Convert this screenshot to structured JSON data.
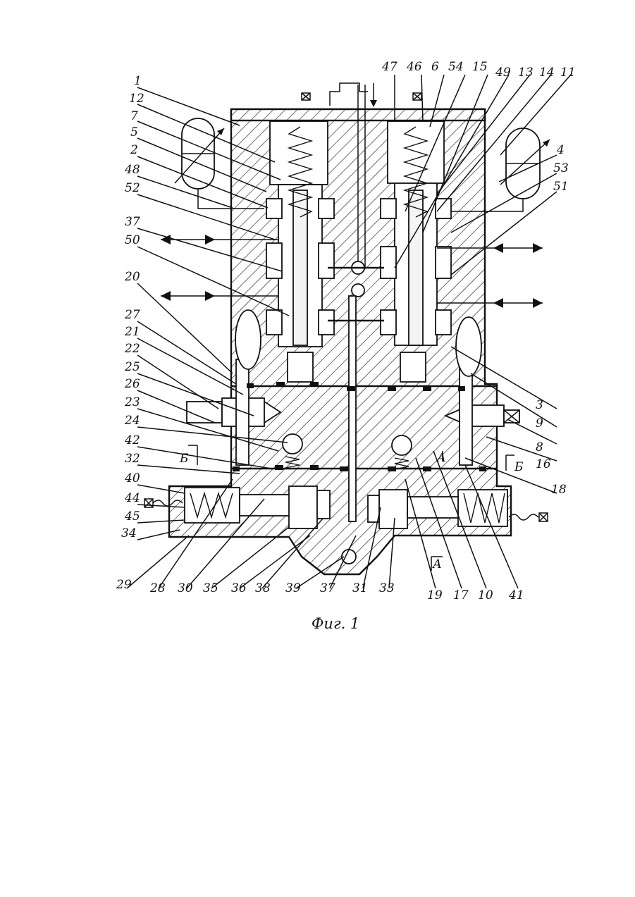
{
  "figure": {
    "caption": "Фиг. 1",
    "labels_top": [
      "47",
      "46",
      "6",
      "54",
      "15",
      "49",
      "13",
      "14",
      "11"
    ],
    "labels_left": [
      "1",
      "12",
      "7",
      "5",
      "2",
      "48",
      "52",
      "37",
      "50",
      "20",
      "27",
      "21",
      "22",
      "25",
      "26",
      "23",
      "24",
      "42",
      "32",
      "40",
      "44",
      "45",
      "34"
    ],
    "labels_right": [
      "4",
      "53",
      "51",
      "3",
      "9",
      "8",
      "16",
      "18"
    ],
    "labels_bottom": [
      "29",
      "28",
      "30",
      "35",
      "36",
      "38",
      "39",
      "37",
      "31",
      "33",
      "19",
      "17",
      "10",
      "41"
    ],
    "section_marks": [
      "Б",
      "Б",
      "А",
      "А"
    ]
  }
}
